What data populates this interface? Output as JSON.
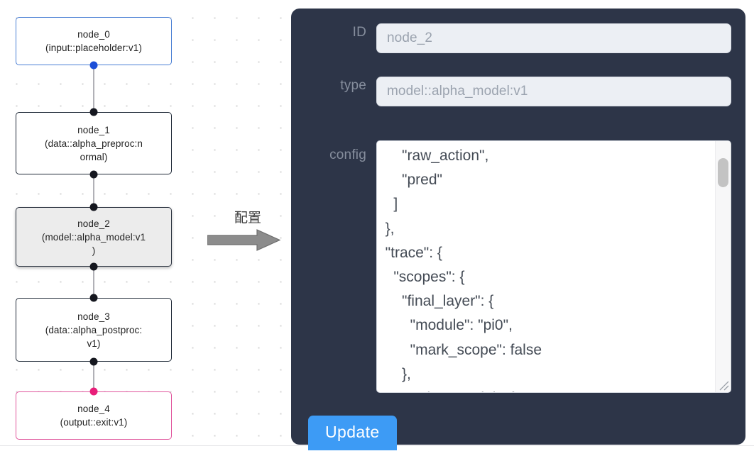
{
  "graph": {
    "nodes": [
      {
        "id": "node_0",
        "label": "node_0\n(input::placeholder:v1)",
        "kind": "input"
      },
      {
        "id": "node_1",
        "label": "node_1\n(data::alpha_preproc:n\normal)",
        "kind": "default"
      },
      {
        "id": "node_2",
        "label": "node_2\n(model::alpha_model:v1\n)",
        "kind": "selected"
      },
      {
        "id": "node_3",
        "label": "node_3\n(data::alpha_postproc:\nv1)",
        "kind": "default"
      },
      {
        "id": "node_4",
        "label": "node_4\n(output::exit:v1)",
        "kind": "output"
      }
    ],
    "colors": {
      "input_border": "#4a7fd4",
      "output_border": "#e0559c",
      "default_border": "#1f2937",
      "selected_fill": "#ececec",
      "edge": "#b1b1b7",
      "handle": "#15171f",
      "handle_input": "#1c4fd8",
      "handle_output": "#e81e79"
    }
  },
  "annotation": {
    "text": "配置",
    "arrow": "right-arrow"
  },
  "panel": {
    "background": "#2d3548",
    "fields": [
      {
        "name": "id",
        "label": "ID",
        "value": "node_2"
      },
      {
        "name": "type",
        "label": "type",
        "value": "model::alpha_model:v1"
      }
    ],
    "config": {
      "label": "config",
      "value": "      \"raw_action\",\n      \"pred\"\n    ]\n  },\n  \"trace\": {\n    \"scopes\": {\n      \"final_layer\": {\n        \"module\": \"pi0\",\n        \"mark_scope\": false\n      },\n      \"action_model\": {"
    },
    "update_button": {
      "label": "Update",
      "color": "#3d9bf5"
    }
  }
}
